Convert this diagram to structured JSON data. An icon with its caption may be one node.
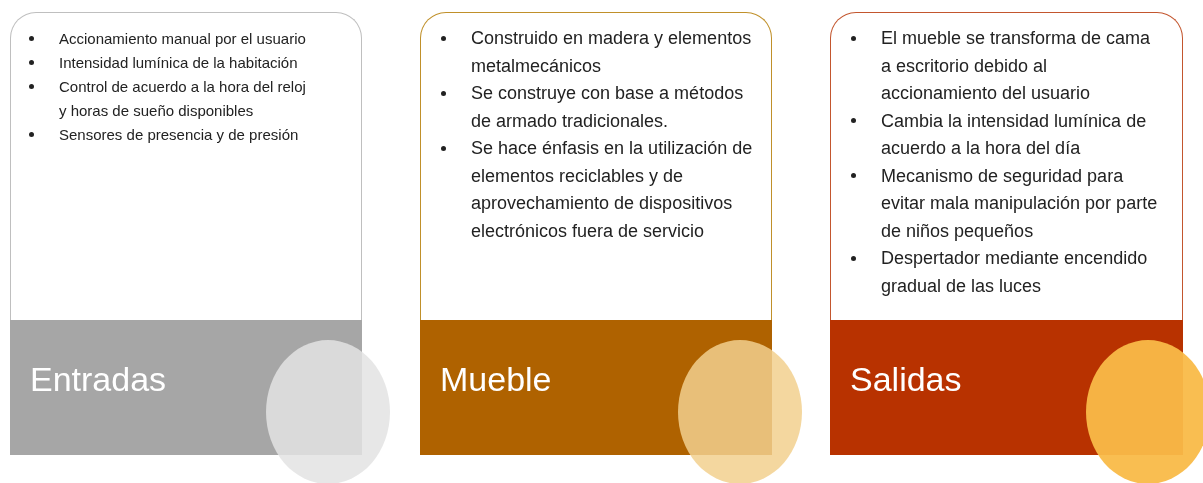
{
  "diagram": {
    "nodes": [
      {
        "text": [
          "Accionamiento manual por el usuario",
          "Intensidad lumínica de la habitación",
          "Control de acuerdo a la hora del reloj y horas de sueño disponibles",
          "Sensores de presencia y de presión"
        ]
      },
      {
        "text": [
          "Entradas"
        ]
      },
      {
        "text": [
          "Construido en madera y elementos metalmecánicos",
          "Se construye con base a métodos de armado tradicionales.",
          "Se hace énfasis en la utilización de elementos reciclables y de aprovechamiento de dispositivos electrónicos fuera de servicio"
        ]
      },
      {
        "text": [
          "Mueble"
        ]
      },
      {
        "text": [
          "El mueble se transforma de cama a escritorio debido al accionamiento del usuario",
          "Cambia la intensidad lumínica de acuerdo a la hora del día",
          "Mecanismo de seguridad para evitar mala manipulación por parte de niños pequeños",
          "Despertador mediante encendido gradual de las luces"
        ]
      },
      {
        "text": [
          "Salidas"
        ]
      }
    ]
  }
}
